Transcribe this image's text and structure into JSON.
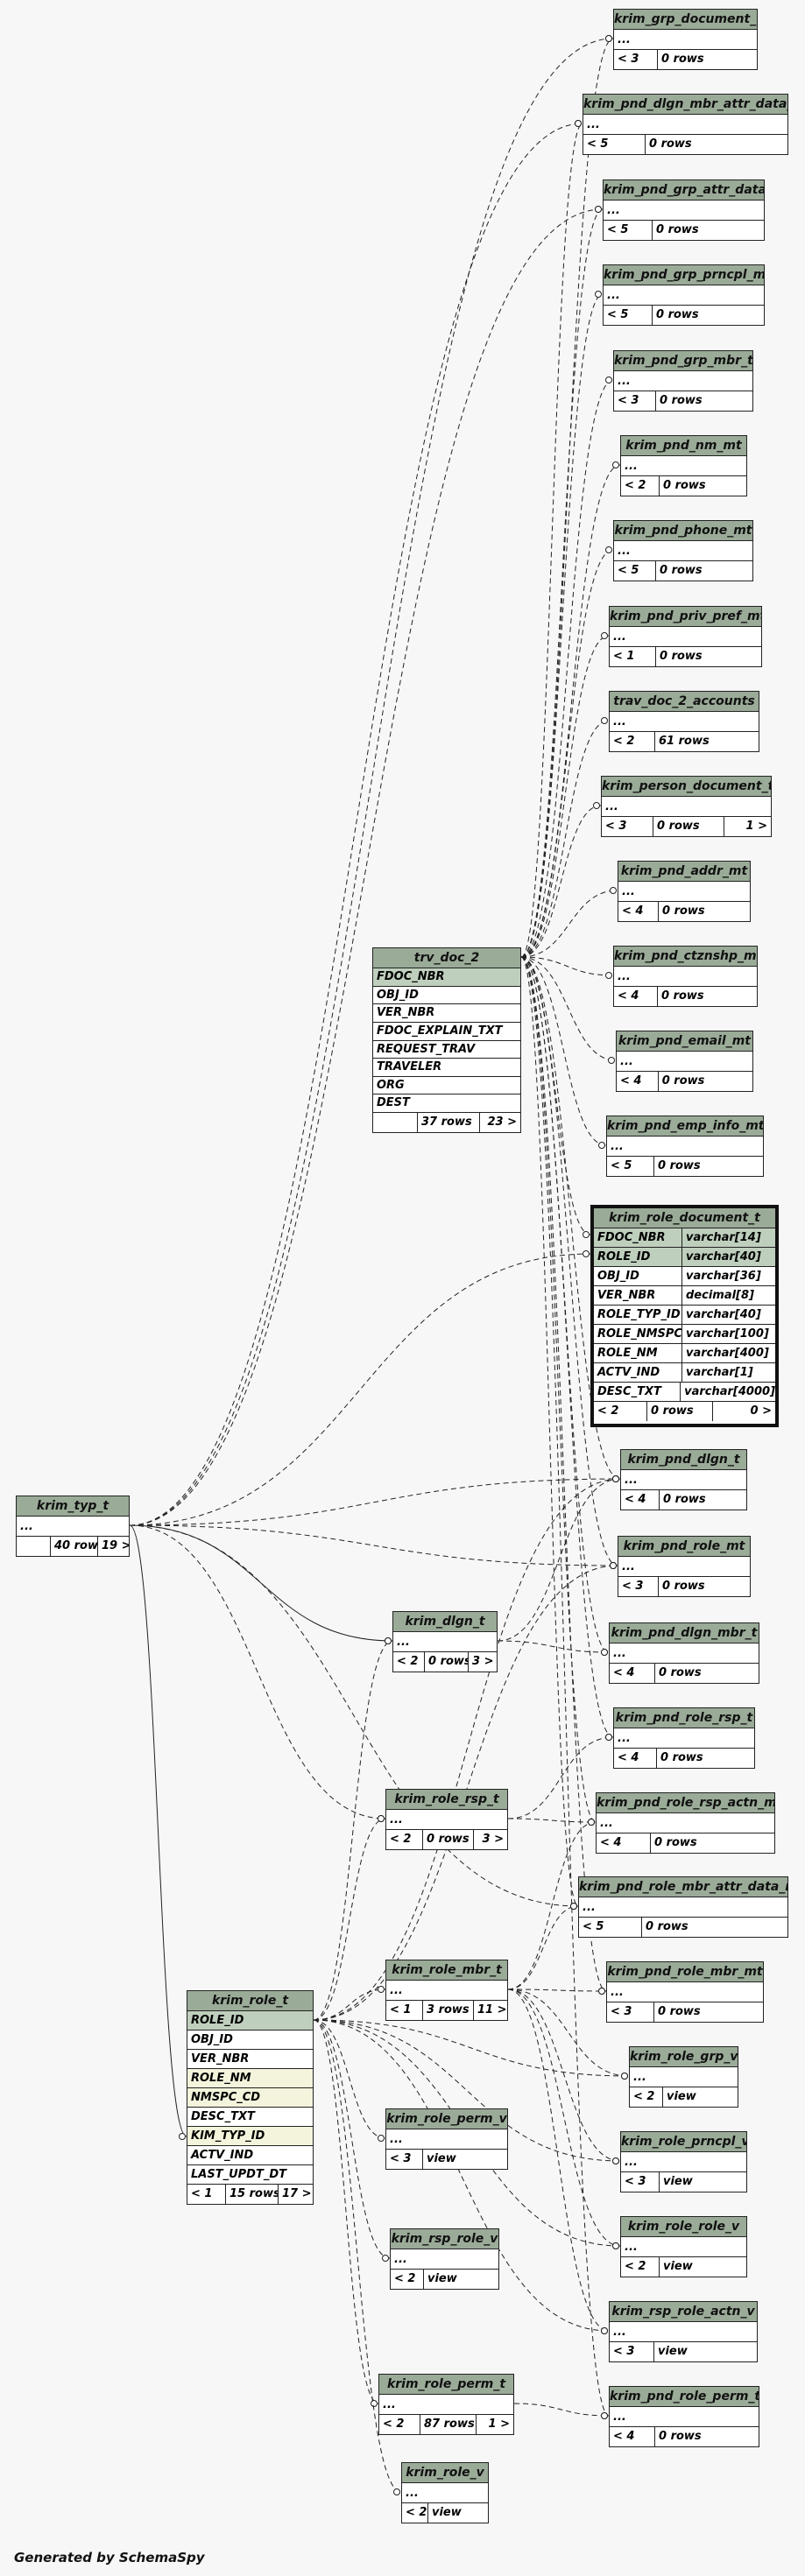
{
  "generator": "Generated by SchemaSpy",
  "tables": [
    {
      "id": "krim_grp_document_t",
      "title": "krim_grp_document_t",
      "rows": [
        "..."
      ],
      "parents": "< 3",
      "count": "0 rows",
      "children": ""
    },
    {
      "id": "krim_pnd_dlgn_mbr_attr_data_t",
      "title": "krim_pnd_dlgn_mbr_attr_data_t",
      "rows": [
        "..."
      ],
      "parents": "< 5",
      "count": "0 rows",
      "children": ""
    },
    {
      "id": "krim_pnd_grp_attr_data_t",
      "title": "krim_pnd_grp_attr_data_t",
      "rows": [
        "..."
      ],
      "parents": "< 5",
      "count": "0 rows",
      "children": ""
    },
    {
      "id": "krim_pnd_grp_prncpl_mt",
      "title": "krim_pnd_grp_prncpl_mt",
      "rows": [
        "..."
      ],
      "parents": "< 5",
      "count": "0 rows",
      "children": ""
    },
    {
      "id": "krim_pnd_grp_mbr_t",
      "title": "krim_pnd_grp_mbr_t",
      "rows": [
        "..."
      ],
      "parents": "< 3",
      "count": "0 rows",
      "children": ""
    },
    {
      "id": "krim_pnd_nm_mt",
      "title": "krim_pnd_nm_mt",
      "rows": [
        "..."
      ],
      "parents": "< 2",
      "count": "0 rows",
      "children": ""
    },
    {
      "id": "krim_pnd_phone_mt",
      "title": "krim_pnd_phone_mt",
      "rows": [
        "..."
      ],
      "parents": "< 5",
      "count": "0 rows",
      "children": ""
    },
    {
      "id": "krim_pnd_priv_pref_mt",
      "title": "krim_pnd_priv_pref_mt",
      "rows": [
        "..."
      ],
      "parents": "< 1",
      "count": "0 rows",
      "children": ""
    },
    {
      "id": "trav_doc_2_accounts",
      "title": "trav_doc_2_accounts",
      "rows": [
        "..."
      ],
      "parents": "< 2",
      "count": "61 rows",
      "children": ""
    },
    {
      "id": "krim_person_document_t",
      "title": "krim_person_document_t",
      "rows": [
        "..."
      ],
      "parents": "< 3",
      "count": "0 rows",
      "children": "1 >"
    },
    {
      "id": "krim_pnd_addr_mt",
      "title": "krim_pnd_addr_mt",
      "rows": [
        "..."
      ],
      "parents": "< 4",
      "count": "0 rows",
      "children": ""
    },
    {
      "id": "krim_pnd_ctznshp_mt",
      "title": "krim_pnd_ctznshp_mt",
      "rows": [
        "..."
      ],
      "parents": "< 4",
      "count": "0 rows",
      "children": ""
    },
    {
      "id": "krim_pnd_email_mt",
      "title": "krim_pnd_email_mt",
      "rows": [
        "..."
      ],
      "parents": "< 4",
      "count": "0 rows",
      "children": ""
    },
    {
      "id": "krim_pnd_emp_info_mt",
      "title": "krim_pnd_emp_info_mt",
      "rows": [
        "..."
      ],
      "parents": "< 5",
      "count": "0 rows",
      "children": ""
    },
    {
      "id": "krim_pnd_dlgn_t",
      "title": "krim_pnd_dlgn_t",
      "rows": [
        "..."
      ],
      "parents": "< 4",
      "count": "0 rows",
      "children": ""
    },
    {
      "id": "krim_pnd_role_mt",
      "title": "krim_pnd_role_mt",
      "rows": [
        "..."
      ],
      "parents": "< 3",
      "count": "0 rows",
      "children": ""
    },
    {
      "id": "krim_pnd_dlgn_mbr_t",
      "title": "krim_pnd_dlgn_mbr_t",
      "rows": [
        "..."
      ],
      "parents": "< 4",
      "count": "0 rows",
      "children": ""
    },
    {
      "id": "krim_pnd_role_rsp_t",
      "title": "krim_pnd_role_rsp_t",
      "rows": [
        "..."
      ],
      "parents": "< 4",
      "count": "0 rows",
      "children": ""
    },
    {
      "id": "krim_pnd_role_rsp_actn_mt",
      "title": "krim_pnd_role_rsp_actn_mt",
      "rows": [
        "..."
      ],
      "parents": "< 4",
      "count": "0 rows",
      "children": ""
    },
    {
      "id": "krim_pnd_role_mbr_attr_data_mt",
      "title": "krim_pnd_role_mbr_attr_data_mt",
      "rows": [
        "..."
      ],
      "parents": "< 5",
      "count": "0 rows",
      "children": ""
    },
    {
      "id": "krim_pnd_role_mbr_mt",
      "title": "krim_pnd_role_mbr_mt",
      "rows": [
        "..."
      ],
      "parents": "< 3",
      "count": "0 rows",
      "children": ""
    },
    {
      "id": "krim_role_grp_v",
      "title": "krim_role_grp_v",
      "rows": [
        "..."
      ],
      "parents": "< 2",
      "count": "view",
      "children": ""
    },
    {
      "id": "krim_role_prncpl_v",
      "title": "krim_role_prncpl_v",
      "rows": [
        "..."
      ],
      "parents": "< 3",
      "count": "view",
      "children": ""
    },
    {
      "id": "krim_role_role_v",
      "title": "krim_role_role_v",
      "rows": [
        "..."
      ],
      "parents": "< 2",
      "count": "view",
      "children": ""
    },
    {
      "id": "krim_rsp_role_actn_v",
      "title": "krim_rsp_role_actn_v",
      "rows": [
        "..."
      ],
      "parents": "< 3",
      "count": "view",
      "children": ""
    },
    {
      "id": "krim_pnd_role_perm_t",
      "title": "krim_pnd_role_perm_t",
      "rows": [
        "..."
      ],
      "parents": "< 4",
      "count": "0 rows",
      "children": ""
    },
    {
      "id": "trv_doc_2",
      "title": "trv_doc_2",
      "rows": [
        "FDOC_NBR",
        "OBJ_ID",
        "VER_NBR",
        "FDOC_EXPLAIN_TXT",
        "REQUEST_TRAV",
        "TRAVELER",
        "ORG",
        "DEST"
      ],
      "parents": "",
      "count": "37 rows",
      "children": "23 >"
    },
    {
      "id": "krim_typ_t",
      "title": "krim_typ_t",
      "rows": [
        "..."
      ],
      "parents": "",
      "count": "40 rows",
      "children": "19 >"
    },
    {
      "id": "krim_dlgn_t",
      "title": "krim_dlgn_t",
      "rows": [
        "..."
      ],
      "parents": "< 2",
      "count": "0 rows",
      "children": "3 >"
    },
    {
      "id": "krim_role_rsp_t",
      "title": "krim_role_rsp_t",
      "rows": [
        "..."
      ],
      "parents": "< 2",
      "count": "0 rows",
      "children": "3 >"
    },
    {
      "id": "krim_role_mbr_t",
      "title": "krim_role_mbr_t",
      "rows": [
        "..."
      ],
      "parents": "< 1",
      "count": "3 rows",
      "children": "11 >"
    },
    {
      "id": "krim_role_t",
      "title": "krim_role_t",
      "rows": [
        "ROLE_ID",
        "OBJ_ID",
        "VER_NBR",
        "ROLE_NM",
        "NMSPC_CD",
        "DESC_TXT",
        "KIM_TYP_ID",
        "ACTV_IND",
        "LAST_UPDT_DT"
      ],
      "parents": "< 1",
      "count": "15 rows",
      "children": "17 >"
    },
    {
      "id": "krim_role_perm_v",
      "title": "krim_role_perm_v",
      "rows": [
        "..."
      ],
      "parents": "< 3",
      "count": "view",
      "children": ""
    },
    {
      "id": "krim_rsp_role_v",
      "title": "krim_rsp_role_v",
      "rows": [
        "..."
      ],
      "parents": "< 2",
      "count": "view",
      "children": ""
    },
    {
      "id": "krim_role_perm_t",
      "title": "krim_role_perm_t",
      "rows": [
        "..."
      ],
      "parents": "< 2",
      "count": "87 rows",
      "children": "1 >"
    },
    {
      "id": "krim_role_v",
      "title": "krim_role_v",
      "rows": [
        "..."
      ],
      "parents": "< 2",
      "count": "view",
      "children": ""
    }
  ],
  "focus": {
    "title": "krim_role_document_t",
    "columns": [
      {
        "name": "FDOC_NBR",
        "type": "varchar[14]"
      },
      {
        "name": "ROLE_ID",
        "type": "varchar[40]"
      },
      {
        "name": "OBJ_ID",
        "type": "varchar[36]"
      },
      {
        "name": "VER_NBR",
        "type": "decimal[8]"
      },
      {
        "name": "ROLE_TYP_ID",
        "type": "varchar[40]"
      },
      {
        "name": "ROLE_NMSPC",
        "type": "varchar[100]"
      },
      {
        "name": "ROLE_NM",
        "type": "varchar[400]"
      },
      {
        "name": "ACTV_IND",
        "type": "varchar[1]"
      },
      {
        "name": "DESC_TXT",
        "type": "varchar[4000]"
      }
    ],
    "parents": "< 2",
    "count": "0 rows",
    "children": "0 >"
  },
  "colors": {
    "header": "#9aab98",
    "primary_key": "#bfcfbd",
    "indexed": "#f4f4dc",
    "background": "#f7f7f7",
    "line": "#222222"
  }
}
